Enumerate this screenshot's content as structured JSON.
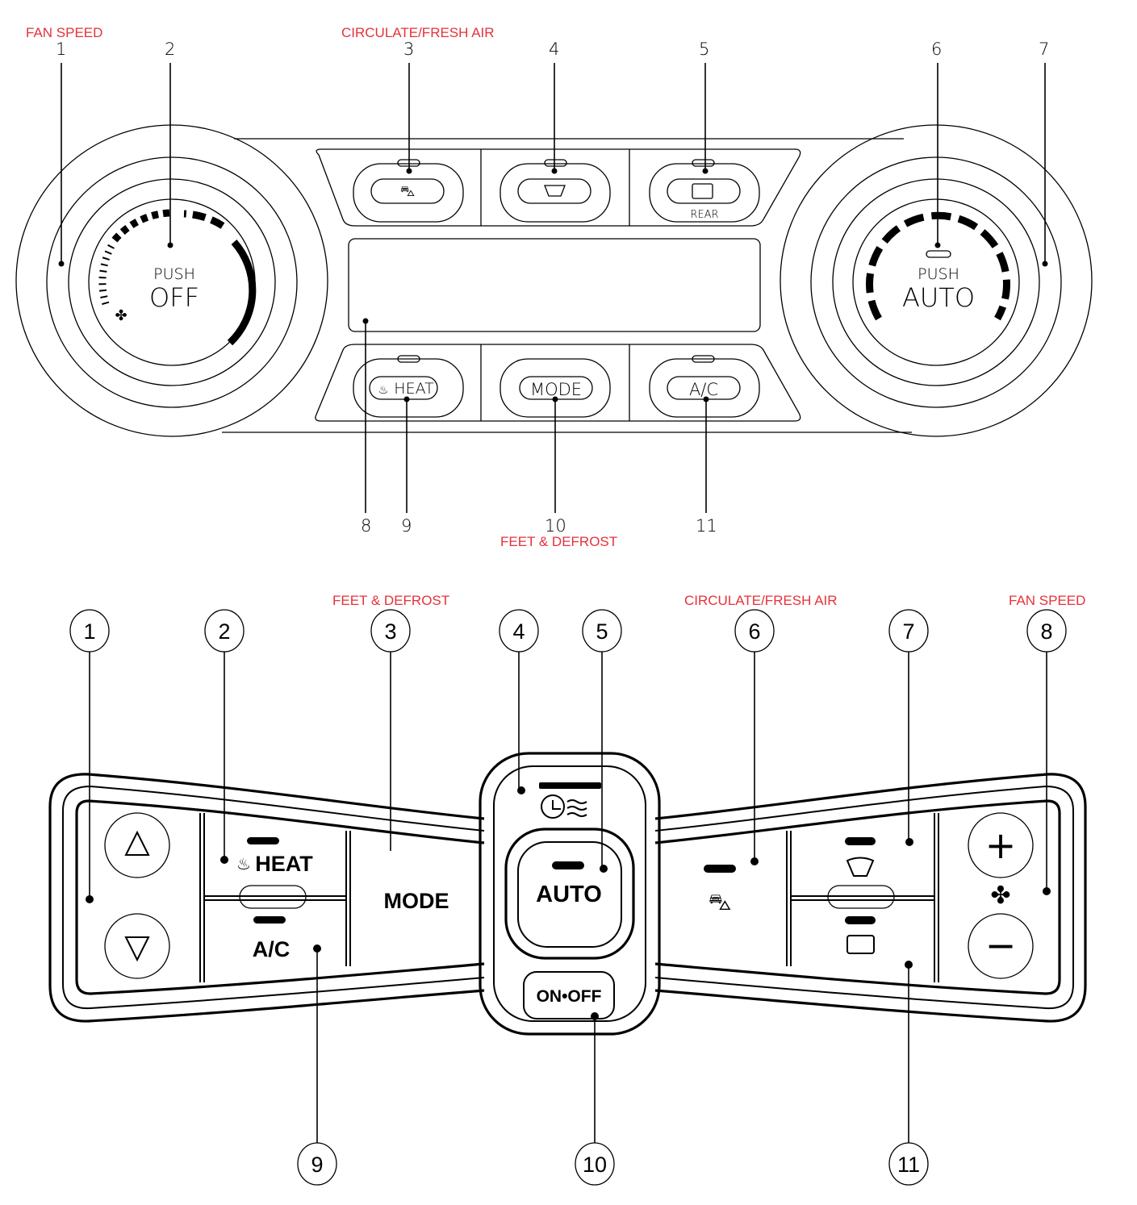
{
  "diagram1": {
    "callout_labels": {
      "fan_speed": "FAN SPEED",
      "circulate_fresh_air": "CIRCULATE/FRESH AIR",
      "feet_defrost": "FEET & DEFROST"
    },
    "numbers": [
      "1",
      "2",
      "3",
      "4",
      "5",
      "6",
      "7",
      "8",
      "9",
      "10",
      "11"
    ],
    "left_knob": {
      "push": "PUSH",
      "label": "OFF",
      "icon": "fan-icon"
    },
    "right_knob": {
      "push": "PUSH",
      "label": "AUTO"
    },
    "top_buttons": [
      {
        "icon": "recirculate-car-icon"
      },
      {
        "icon": "front-defrost-icon"
      },
      {
        "icon": "rear-defrost-icon",
        "caption": "REAR"
      }
    ],
    "bottom_buttons": [
      {
        "label": "HEAT",
        "icon": "heat-icon"
      },
      {
        "label": "MODE"
      },
      {
        "label": "A/C"
      }
    ]
  },
  "diagram2": {
    "callout_labels": {
      "feet_defrost": "FEET & DEFROST",
      "circulate_fresh_air": "CIRCULATE/FRESH AIR",
      "fan_speed": "FAN SPEED"
    },
    "numbers": [
      "1",
      "2",
      "3",
      "4",
      "5",
      "6",
      "7",
      "8",
      "9",
      "10",
      "11"
    ],
    "temp_up_icon": "triangle-up-icon",
    "temp_down_icon": "triangle-down-icon",
    "heat_label": "HEAT",
    "ac_label": "A/C",
    "mode_label": "MODE",
    "auto_label": "AUTO",
    "onoff_label": "ON•OFF",
    "fan_plus": "+",
    "fan_minus": "−"
  }
}
